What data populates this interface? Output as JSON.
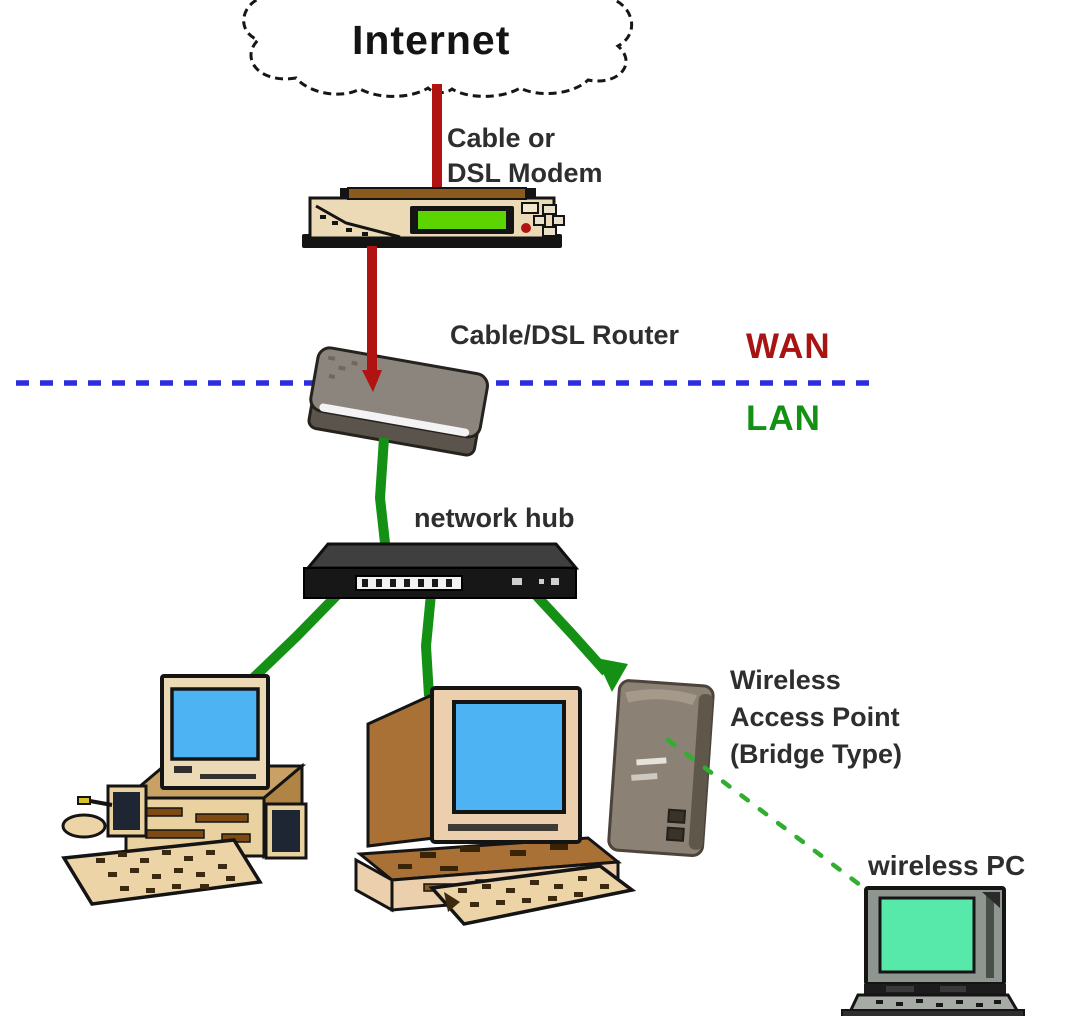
{
  "cloud": {
    "label": "Internet"
  },
  "modem": {
    "label_line1": "Cable or",
    "label_line2": "DSL Modem"
  },
  "router": {
    "label": "Cable/DSL Router"
  },
  "zones": {
    "wan_label": "WAN",
    "lan_label": "LAN"
  },
  "hub": {
    "label": "network hub"
  },
  "access_point": {
    "label_line1": "Wireless",
    "label_line2": "Access Point",
    "label_line3": "(Bridge Type)"
  },
  "wireless_pc": {
    "label": "wireless PC"
  },
  "colors": {
    "wan_link": "#b11212",
    "lan_link": "#149114",
    "wan_lan_divider": "#2c2ce2",
    "wireless_link": "#2fae2f",
    "wan_text": "#a81414",
    "lan_text": "#129112",
    "monitor_screen_blue": "#4db3f2",
    "laptop_screen_green": "#57e9a9",
    "modem_lcd_green": "#5bd400"
  }
}
